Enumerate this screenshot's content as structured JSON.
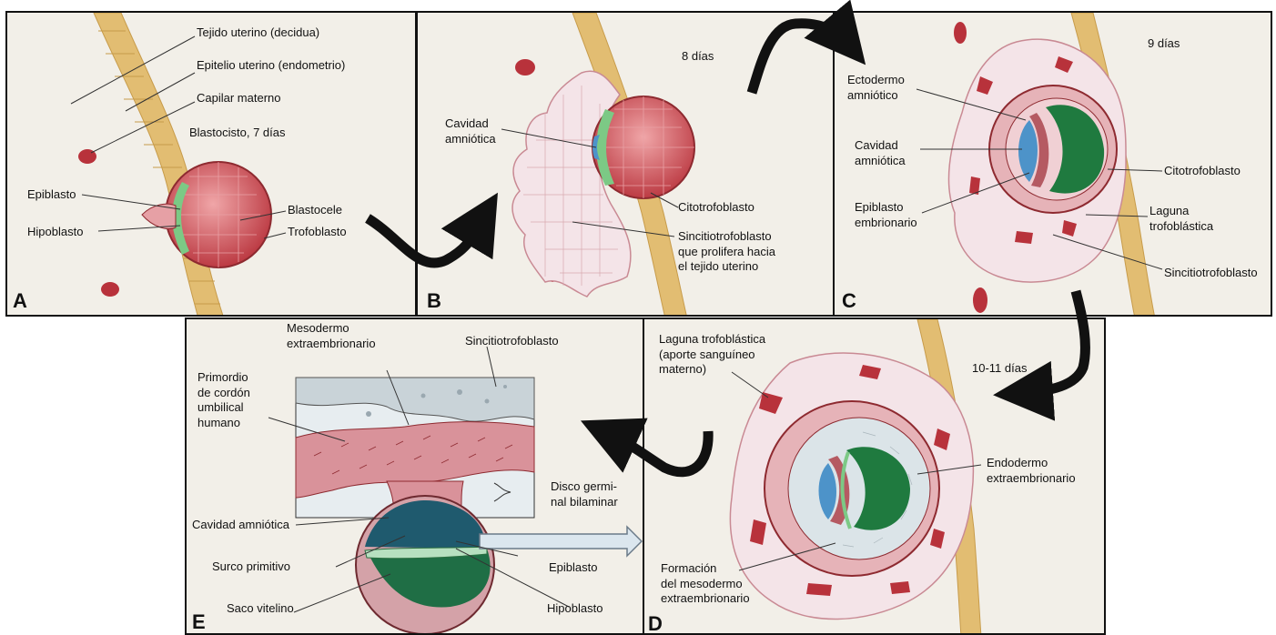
{
  "panels": {
    "a": {
      "letter": "A",
      "labels": {
        "tejido": "Tejido uterino (decidua)",
        "epitelio": "Epitelio uterino (endometrio)",
        "capilar": "Capilar materno",
        "blastocisto": "Blastocisto, 7 días",
        "epiblasto": "Epiblasto",
        "hipoblasto": "Hipoblasto",
        "blastocele": "Blastocele",
        "trofoblasto": "Trofoblasto"
      }
    },
    "b": {
      "letter": "B",
      "labels": {
        "dias": "8 días",
        "cavidad": "Cavidad\namniótica",
        "citotrofoblasto": "Citotrofoblasto",
        "sincitio": "Sincitiotrofoblasto\nque prolifera hacia\nel tejido uterino"
      }
    },
    "c": {
      "letter": "C",
      "labels": {
        "dias": "9 días",
        "ectodermo": "Ectodermo\namniótico",
        "cavidad": "Cavidad\namniótica",
        "epiblasto": "Epiblasto\nembrionario",
        "citotrofoblasto": "Citotrofoblasto",
        "laguna": "Laguna\ntrofoblástica",
        "sincitio": "Sincitiotrofoblasto"
      }
    },
    "d": {
      "letter": "D",
      "labels": {
        "laguna": "Laguna trofoblástica\n(aporte sanguíneo\nmaterno)",
        "dias": "10-11 días",
        "endodermo": "Endodermo\nextraembrionario",
        "formacion": "Formación\ndel mesodermo\nextraembrionario"
      }
    },
    "e": {
      "letter": "E",
      "labels": {
        "mesodermo": "Mesodermo\nextraembrionario",
        "sincitio": "Sincitiotrofoblasto",
        "primordio": "Primordio\nde cordón\numbilical\nhumano",
        "disco": "Disco germi-\nnal bilaminar",
        "cavidad": "Cavidad amniótica",
        "surco": "Surco primitivo",
        "epiblasto": "Epiblasto",
        "saco": "Saco vitelino",
        "hipoblasto": "Hipoblasto"
      }
    }
  },
  "colors": {
    "paper": "#f2efe8",
    "endometrium": "#e2bd72",
    "trophoblast": "#c9525c",
    "syncytium": "#f4e4e8",
    "lacuna": "#b8323b",
    "amnion": "#4d93c9",
    "epiblast": "#7cc985",
    "yolk": "#1f6e45",
    "arrow": "#111111"
  }
}
